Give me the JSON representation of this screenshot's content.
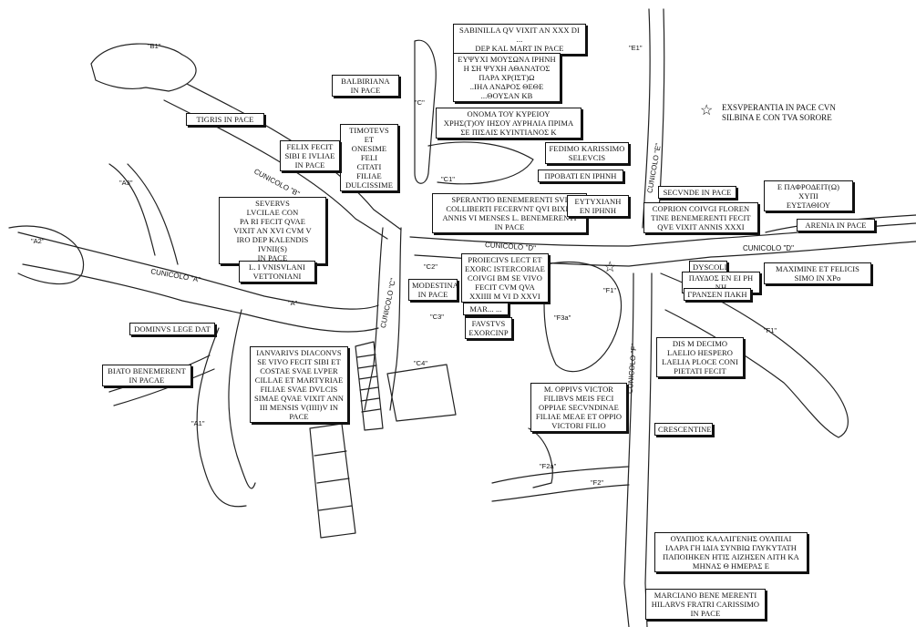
{
  "legend": {
    "text": "EXSVPERANTIA IN PACE CVN\nSILBINA E CON TVA SORORE",
    "symbol": "star-icon"
  },
  "galleries": {
    "a": "CUNICOLO \"A\"",
    "b": "CUNICOLO \"B\"",
    "c": "CUNICOLO \"C\"",
    "d1": "CUNICOLO \"D\"",
    "d2": "CUNICOLO \"D\"",
    "e": "CUNICOLO \"E\"",
    "f": "CUNICOLO \"F\""
  },
  "areas": {
    "b1": "\"B1\"",
    "a3": "\"A3\"",
    "a2": "\"A2\"",
    "a": "\"A\"",
    "a1": "\"A1\"",
    "c": "\"C\"",
    "c1": "\"C1\"",
    "c2": "\"C2\"",
    "c3": "\"C3\"",
    "c4": "\"C4\"",
    "e1": "\"E1\"",
    "f1a": "\"F1\"",
    "f1b": "\"F1\"",
    "f3a": "\"F3a\"",
    "f2a": "\"F2a\"",
    "f2": "\"F2\""
  },
  "inscriptions": {
    "sabinilla": "SABINILLA QV VIXIT AN XXX DI ...\nDEP KAL MART IN PACE",
    "greek_mousona": "ΕΥΨΥΧΙ ΜΟΥΣΩΝΑ ΙΡΗΝΗ\nΗ ΣΗ ΨΥΧΗ ΑΘΑΝΑΤΟΣ\nΠΑΡΑ ΧΡ(ΙΣΤ)Ω\n..ΙΗΑ ΑΝΔΡΟΣ ΘΕΘΕ\n...ΘΟΥΣΑΝ ΚΒ",
    "balbiriana": "BALBIRIANA\nIN PACE",
    "tigris": "TIGRIS IN PACE",
    "greek_aurelia": "ΟΝΟΜΑ ΤΟΥ ΚΥΡΕΙΟΥ\nΧΡΗΣ(Τ)ΟΥ ΙΗΣΟΥ ΑΥΡΗΛΙΑ ΠΡΙΜΑ\nΣΕ ΠΙΣΑΙΣ ΚΥΙΝΤΙΑΝΟΣ Κ",
    "timoteus": "TIMOTEVS ET\nONESIME FELI\nCITATI FILIAE\nDULCISSIME",
    "felix": "FELIX FECIT\nSIBI E IVLIAE\nIN PACE",
    "severus": "SEVERVS\nLVCILAE CON\nPA RI FECIT QVAE\nVIXIT AN XVI CVM V\nIRO DEP KALENDIS IVNII(S)\nIN PACE",
    "speratio": "SPERANTIO BENEMERENTI SVI\nCOLLIBERTI FECERVNT QVI BIXIT\nANNIS VI MENSES L. BENEMERENTI\nIN PACE",
    "fedimo": "FEDIMO KARISSIMO\nSELEVCIS",
    "probati": "ΠΡΟΒΑΤΙ ΕΝ ΙΡΗΝΗ",
    "eutychiane": "ΕΥΤΥΧΙΑΝΗ\nΕΝ ΙΡΗΝΗ",
    "secunde": "SECVNDE IN PACE",
    "coprion": "COPRION COIVGI FLOREN\nTINE BENEMERENTI FECIT\nQVE VIXIT ANNIS XXXI",
    "epaphrodito": "Ε ΠΑΦΡΟΔΕΙΤ(Ω) ΧΥΠΙ\nΕΥΣΤΑΘΙΟΥ",
    "arenia": "ARENIA IN PACE",
    "dyscoli": "DYSCOLI",
    "paudos": "ΠΑΥΔΟΣ ΕΝ ΕΙ ΡΗ ΝΗ",
    "pransen": "ΓΡΑΝΣΕΝ ΠΑΚΗ",
    "maximine": "MAXIMINE ET FELICIS\nSIMO IN XPo",
    "projectus": "PROIECIVS LECT ET\nEXORC ISTERCORIAE\nCOIVGI BM SE VIVO\nFECIT CVM QVA\nXXIIII M VI D XXVI",
    "modestina": "MODESTINA\nIN PACE",
    "mar": "MAR... ...",
    "faustus": "FAVSTVS\nEXORCINP",
    "lunisulani": "L. I VNISVLANI\nVETTONIANI",
    "dominus": "DOMINVS LEGE DAT",
    "biato": "BIATO BENEMERENT\nIN PACAE",
    "ianuarius": "IANVARIVS DIACONVS\nSE VIVO FECIT SIBI ET\nCOSTAE SVAE LVPER\nCILLAE ET MARTYRIAE\nFILIAE SVAE DVLCIS\nSIMAE QVAE VIXIT ANN\nIII MENSIS V(IIII)V IN\nPACE",
    "oppius": "M. OPPIVS VICTOR\nFILIBVS MEIS FECI\nOPPIAE SECVNDINAE\nFILIAE MEAE ET OPPIO\nVICTORI FILIO",
    "dis_manibus": "DIS M DECIMO\nLAELIO HESPERO\nLAELIA PLOCE CONI\nPIETATI FECIT",
    "crescentine": "CRESCENTINE",
    "greek_ulpios": "ΟΥΛΠΙΟΣ ΚΑΛΛΙΓΕΝΗΣ ΟΥΛΠΙΑΙ\nΙΛΑΡΑ ΓΗ ΙΔΙΑ ΣΥΝΒΙΩ ΓΛΥΚΥΤΑΤΗ\nΠΑΠΟΙΗΚΕΝ ΗΤΙΣ ΑΙΖΗΣΕΝ ΑΙΤΗ ΚΑ\nΜΗΝΑΣ Θ ΗΜΕΡΑΣ Ε",
    "marciano": "MARCIANO BENE MERENTI\nHILARVS FRATRI CARISSIMO\nIN PACE"
  }
}
